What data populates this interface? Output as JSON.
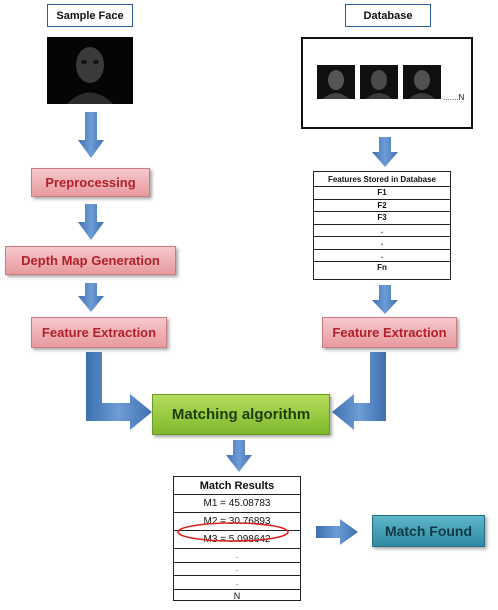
{
  "labels": {
    "sample_face": "Sample Face",
    "database": "Database"
  },
  "database_more": ".......N",
  "steps": {
    "preprocessing": "Preprocessing",
    "depth_map": "Depth Map Generation",
    "feature_extraction_left": "Feature Extraction",
    "feature_extraction_right": "Feature Extraction",
    "matching": "Matching algorithm",
    "match_found": "Match Found"
  },
  "features_table": {
    "header": "Features Stored in Database",
    "rows": [
      "F1",
      "F2",
      "F3",
      ".",
      ".",
      ".",
      "Fn"
    ]
  },
  "match_table": {
    "header": "Match Results",
    "rows": [
      "M1 = 45.08783",
      "M2  = 30.76893",
      "M3 = 5.098642",
      ".",
      ".",
      ".",
      "N"
    ]
  },
  "colors": {
    "arrow": "#4a7dbf",
    "highlight_ellipse": "#d62020"
  }
}
